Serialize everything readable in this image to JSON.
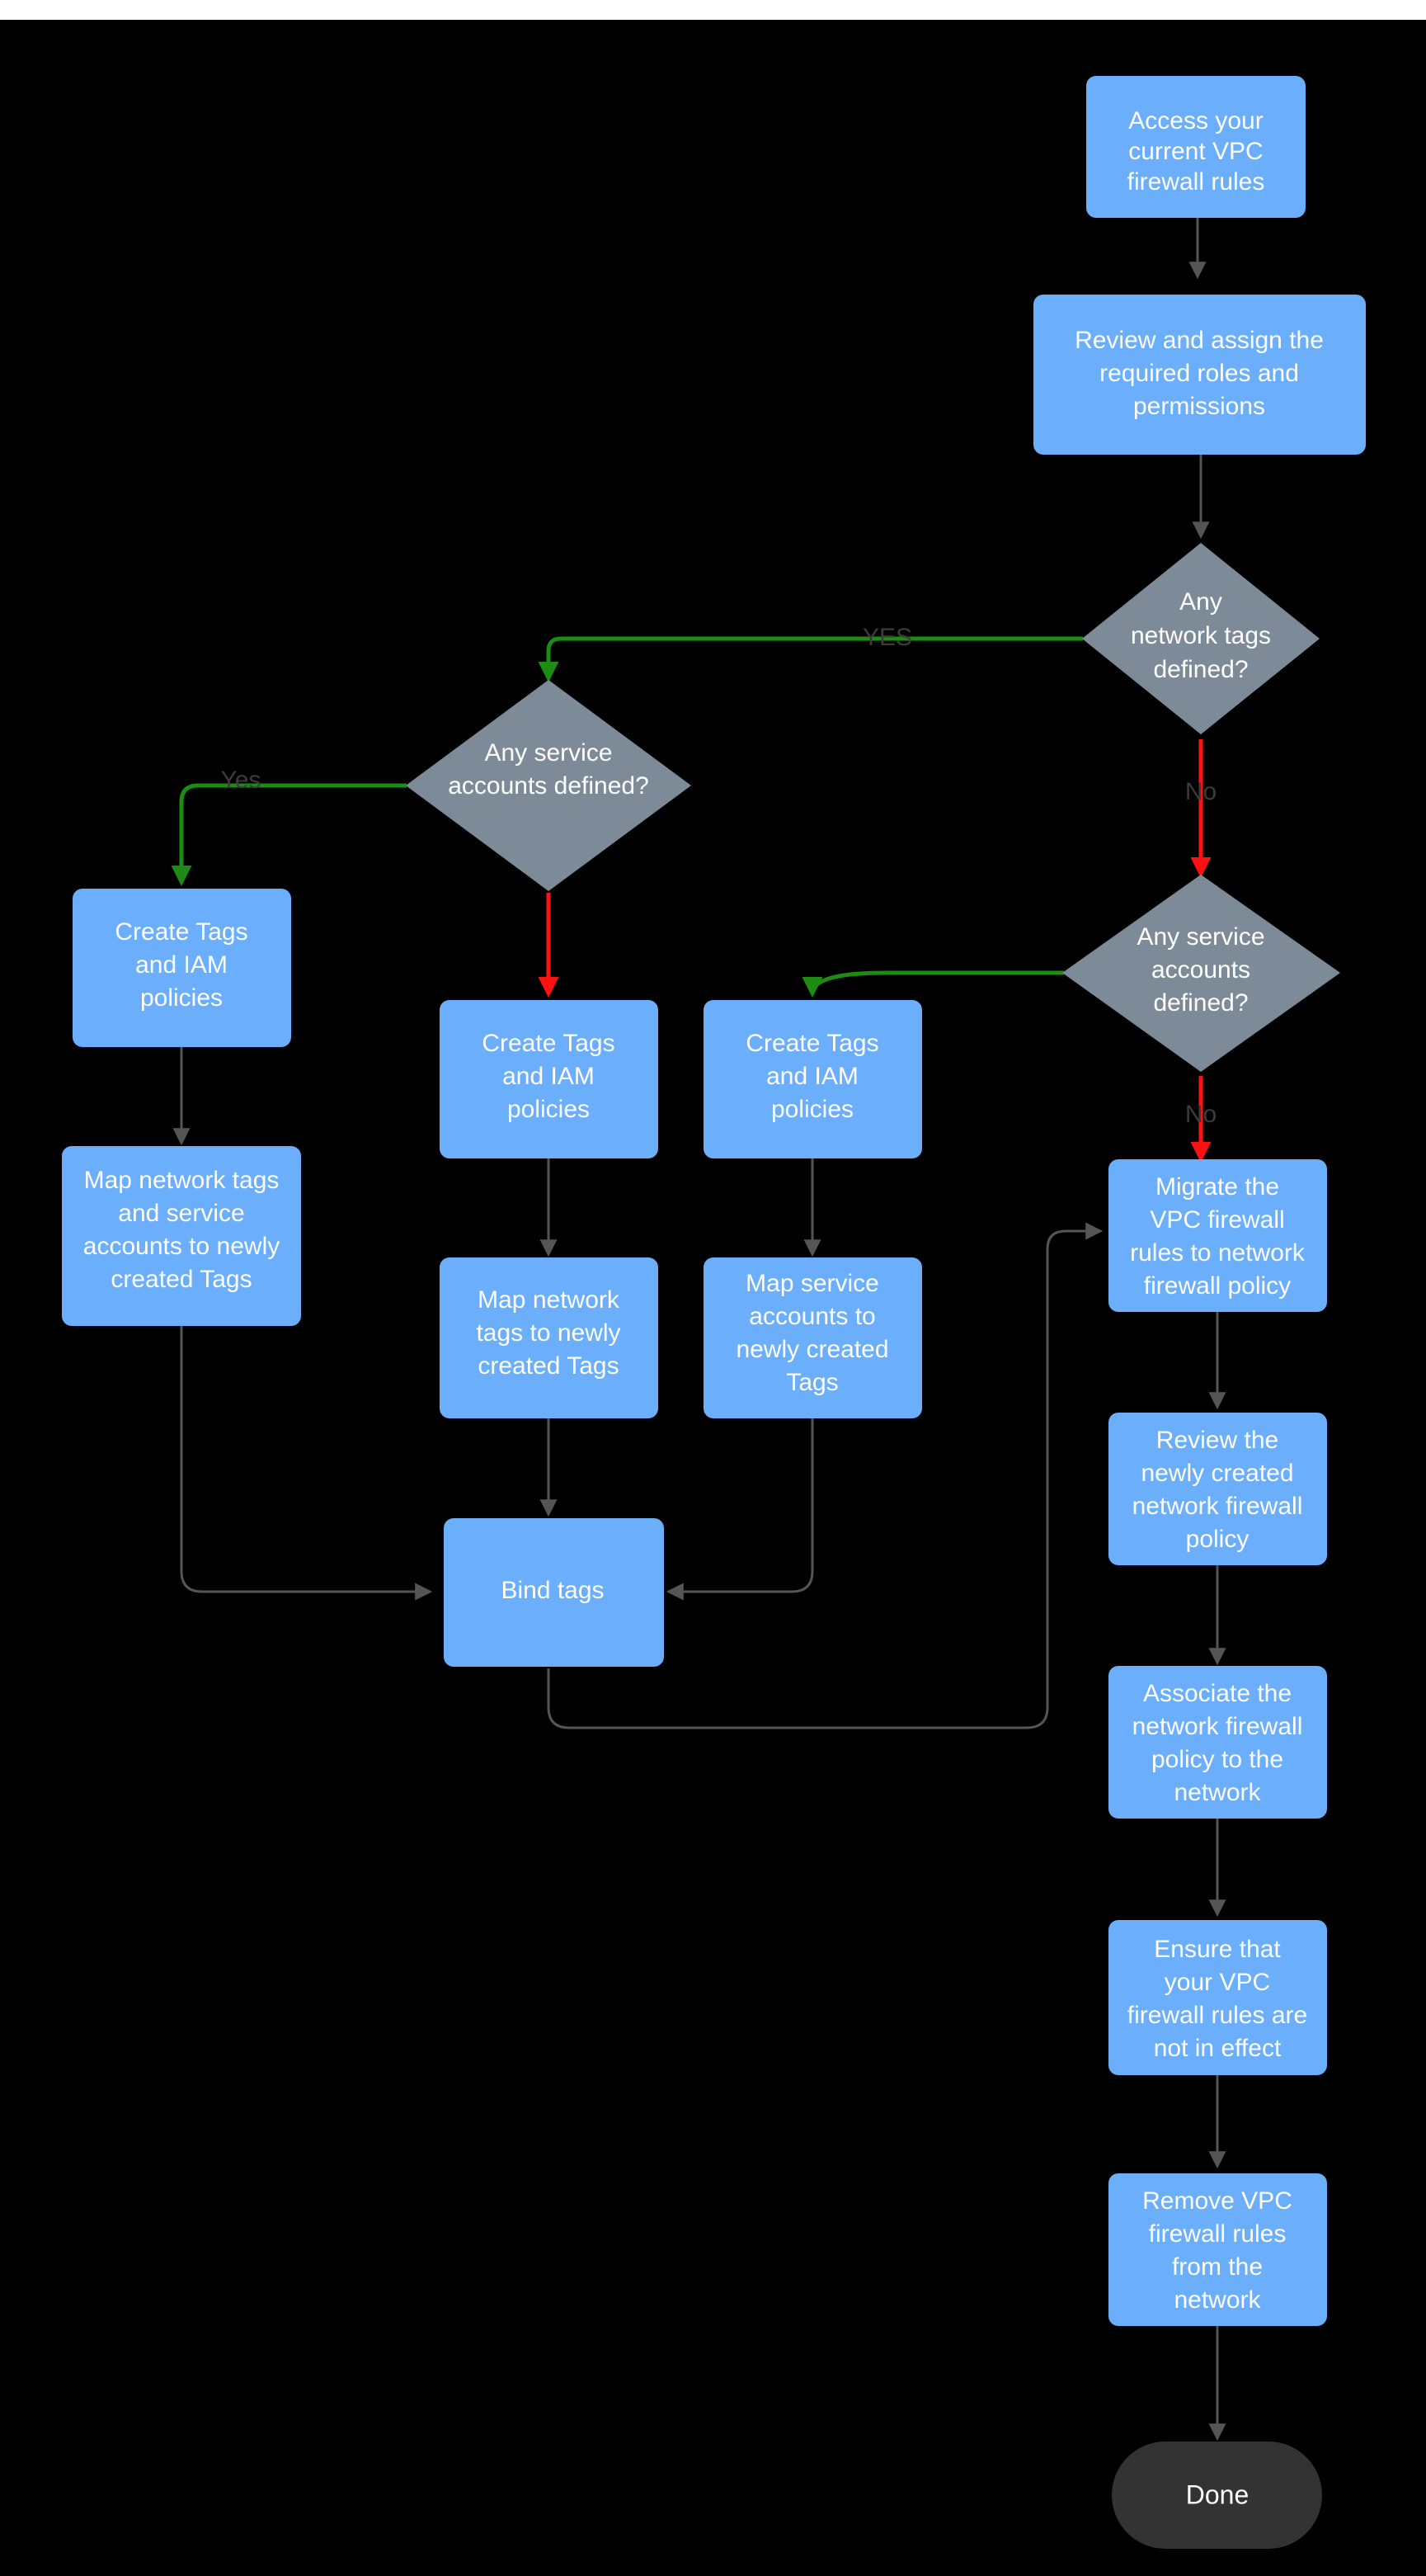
{
  "diagram": {
    "title": "VPC firewall rules to network firewall policy migration flowchart",
    "background": "#000000",
    "colors": {
      "process": "#6aaefc",
      "decision": "#7d8b99",
      "terminator": "#333333",
      "edge_default": "#555555",
      "edge_yes": "#1d8c13",
      "edge_no": "#ff1111",
      "node_text": "#ffffff",
      "edge_label_text": "#3c3c3c"
    },
    "nodes": [
      {
        "id": "n1",
        "type": "process",
        "lines": [
          "Access your",
          "current VPC",
          "firewall rules"
        ]
      },
      {
        "id": "n2",
        "type": "process",
        "lines": [
          "Review and assign the",
          "required roles and",
          "permissions"
        ]
      },
      {
        "id": "d1",
        "type": "decision",
        "lines": [
          "Any",
          "network tags",
          "defined?"
        ]
      },
      {
        "id": "d2",
        "type": "decision",
        "lines": [
          "Any service",
          "accounts defined?"
        ]
      },
      {
        "id": "d3",
        "type": "decision",
        "lines": [
          "Any service",
          "accounts",
          "defined?"
        ]
      },
      {
        "id": "n3",
        "type": "process",
        "lines": [
          "Create Tags",
          "and IAM",
          "policies"
        ]
      },
      {
        "id": "n4",
        "type": "process",
        "lines": [
          "Map network tags",
          "and service",
          "accounts to newly",
          "created Tags"
        ]
      },
      {
        "id": "n5",
        "type": "process",
        "lines": [
          "Create Tags",
          "and IAM",
          "policies"
        ]
      },
      {
        "id": "n6",
        "type": "process",
        "lines": [
          "Map network",
          "tags to newly",
          "created Tags"
        ]
      },
      {
        "id": "n7",
        "type": "process",
        "lines": [
          "Create Tags",
          "and IAM",
          "policies"
        ]
      },
      {
        "id": "n8",
        "type": "process",
        "lines": [
          "Map service",
          "accounts  to",
          "newly created",
          "Tags"
        ]
      },
      {
        "id": "n9",
        "type": "process",
        "lines": [
          "Bind tags"
        ]
      },
      {
        "id": "n10",
        "type": "process",
        "lines": [
          "Migrate the",
          "VPC firewall",
          "rules to network",
          "firewall policy"
        ]
      },
      {
        "id": "n11",
        "type": "process",
        "lines": [
          "Review the",
          "newly created",
          "network firewall",
          "policy"
        ]
      },
      {
        "id": "n12",
        "type": "process",
        "lines": [
          "Associate the",
          "network firewall",
          "policy to the",
          "network"
        ]
      },
      {
        "id": "n13",
        "type": "process",
        "lines": [
          "Ensure that",
          "your VPC",
          "firewall rules are",
          "not in effect"
        ]
      },
      {
        "id": "n14",
        "type": "process",
        "lines": [
          "Remove  VPC",
          "firewall rules",
          "from the",
          "network"
        ]
      },
      {
        "id": "n15",
        "type": "terminator",
        "lines": [
          "Done"
        ]
      }
    ],
    "edge_labels": {
      "d1_yes": "YES",
      "d1_no": "No",
      "d2_yes": "Yes",
      "d3_no": "No"
    }
  }
}
